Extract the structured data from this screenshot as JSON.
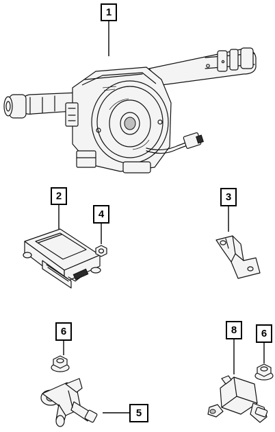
{
  "callouts": [
    {
      "id": "1",
      "label": "1"
    },
    {
      "id": "2",
      "label": "2"
    },
    {
      "id": "3",
      "label": "3"
    },
    {
      "id": "4",
      "label": "4"
    },
    {
      "id": "5",
      "label": "5"
    },
    {
      "id": "6a",
      "label": "6"
    },
    {
      "id": "6b",
      "label": "6"
    },
    {
      "id": "8",
      "label": "8"
    }
  ],
  "parts": [
    {
      "callout": "1",
      "name": "multifunction-switch-clockspring-assembly"
    },
    {
      "callout": "2",
      "name": "airbag-control-module"
    },
    {
      "callout": "3",
      "name": "mounting-bracket"
    },
    {
      "callout": "4",
      "name": "hex-nut"
    },
    {
      "callout": "5",
      "name": "impact-sensor"
    },
    {
      "callout": "6",
      "name": "flange-nut"
    },
    {
      "callout": "8",
      "name": "side-impact-sensor"
    }
  ],
  "colors": {
    "line": "#111111",
    "box_border": "#000000",
    "background": "#ffffff"
  }
}
